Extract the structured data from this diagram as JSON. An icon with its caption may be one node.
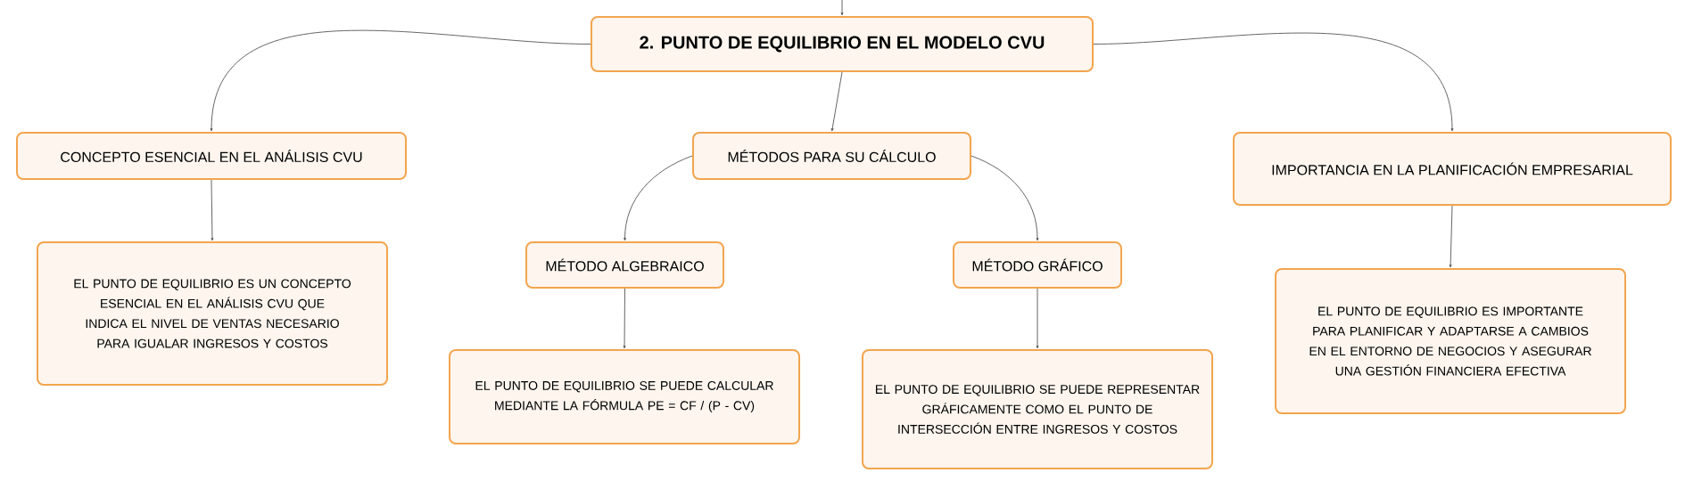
{
  "diagram": {
    "nodes": [
      {
        "text": [
          "2. PUNTO DE EQUILIBRIO EN EL MODELO CVU"
        ]
      },
      {
        "text": [
          "CONCEPTO ESENCIAL EN EL ANÁLISIS CVU"
        ]
      },
      {
        "text": [
          "MÉTODOS PARA SU CÁLCULO"
        ]
      },
      {
        "text": [
          "IMPORTANCIA EN LA PLANIFICACIÓN EMPRESARIAL"
        ]
      },
      {
        "text": [
          "EL PUNTO DE EQUILIBRIO ES UN CONCEPTO ESENCIAL EN EL ANÁLISIS CVU QUE INDICA EL NIVEL DE VENTAS NECESARIO PARA IGUALAR INGRESOS Y COSTOS"
        ]
      },
      {
        "text": [
          "MÉTODO ALGEBRAICO"
        ]
      },
      {
        "text": [
          "MÉTODO GRÁFICO"
        ]
      },
      {
        "text": [
          "EL PUNTO DE EQUILIBRIO SE PUEDE CALCULAR MEDIANTE LA FÓRMULA PE = CF / (P - CV)"
        ]
      },
      {
        "text": [
          "EL PUNTO DE EQUILIBRIO SE PUEDE REPRESENTAR GRÁFICAMENTE COMO EL PUNTO DE INTERSECCIÓN ENTRE INGRESOS Y COSTOS"
        ]
      },
      {
        "text": [
          "EL PUNTO DE EQUILIBRIO ES IMPORTANTE PARA PLANIFICAR Y ADAPTARSE A CAMBIOS EN EL ENTORNO DE NEGOCIOS Y ASEGURAR UNA GESTIÓN FINANCIERA EFECTIVA"
        ]
      }
    ],
    "edges": [
      {
        "from": null,
        "to": 0,
        "arrow": "to"
      },
      {
        "from": 0,
        "to": 1,
        "arrow": "to"
      },
      {
        "from": 0,
        "to": 2,
        "arrow": "to"
      },
      {
        "from": 0,
        "to": 3,
        "arrow": "to"
      },
      {
        "from": 1,
        "to": 4,
        "arrow": "to"
      },
      {
        "from": 2,
        "to": 5,
        "arrow": "to"
      },
      {
        "from": 2,
        "to": 6,
        "arrow": "to"
      },
      {
        "from": 5,
        "to": 7,
        "arrow": "to"
      },
      {
        "from": 6,
        "to": 8,
        "arrow": "to"
      },
      {
        "from": 3,
        "to": 9,
        "arrow": "to"
      }
    ]
  }
}
